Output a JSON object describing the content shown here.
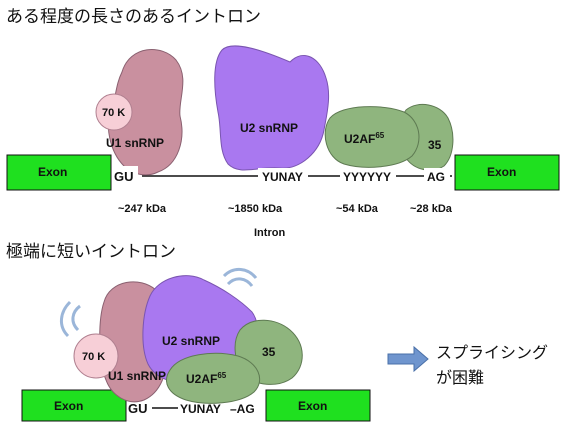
{
  "top": {
    "heading": "ある程度の長さのあるイントロン",
    "exon_left": "Exon",
    "exon_right": "Exon",
    "u1": "U1 snRNP",
    "u1_70k": "70 K",
    "u2": "U2 snRNP",
    "u2af65_base": "U2AF",
    "u2af65_sup": "65",
    "u2af35": "35",
    "seq_gu": "GU",
    "seq_yunay": "YUNAY",
    "seq_yyyyyy": "YYYYYY",
    "seq_ag": "AG",
    "mw_u1": "~247 kDa",
    "mw_u2": "~1850 kDa",
    "mw_u2af65": "~54 kDa",
    "mw_u2af35": "~28 kDa",
    "intron_label": "Intron"
  },
  "bottom": {
    "heading": "極端に短いイントロン",
    "exon_left": "Exon",
    "exon_right": "Exon",
    "u1_70k": "70 K",
    "u1": "U1 snRNP",
    "u2": "U2 snRNP",
    "u2af65_base": "U2AF",
    "u2af65_sup": "65",
    "u2af35": "35",
    "seq_gu": "GU",
    "seq_yunay": "YUNAY",
    "seq_ag": "–AG",
    "result_line1": "スプライシング",
    "result_line2": "が困難"
  },
  "colors": {
    "exon": "#1fe01f",
    "u1": "#c9909f",
    "u2": "#a978f0",
    "u2af": "#8fb57e",
    "k70": "#f7cfd7",
    "arrow": "#6f95ce",
    "wave": "#9bb6d9"
  }
}
